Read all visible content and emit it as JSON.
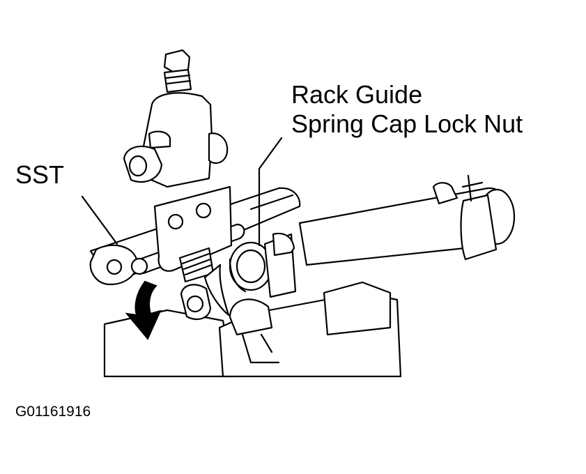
{
  "labels": {
    "rack_guide_line1": "Rack Guide",
    "rack_guide_line2": "Spring Cap Lock Nut",
    "sst": "SST",
    "figure_code": "G01161916"
  },
  "colors": {
    "ink": "#000000",
    "paper": "#ffffff"
  }
}
